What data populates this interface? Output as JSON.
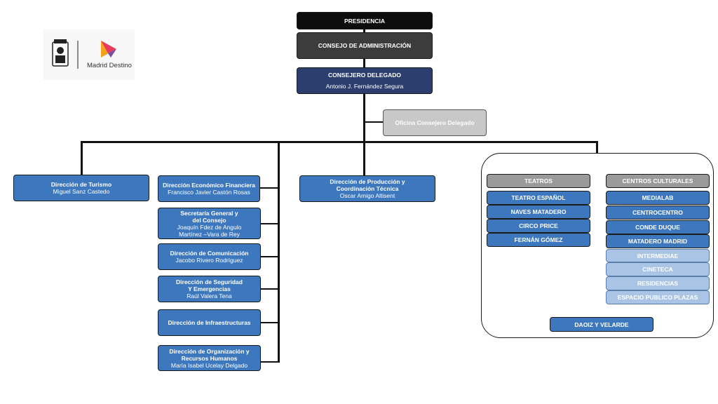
{
  "top": {
    "presidencia": "PRESIDENCIA",
    "consejo": "CONSEJO DE ADMINISTRACIÓN",
    "consejero_title": "CONSEJERO DELEGADO",
    "consejero_name": "Antonio J. Fernández Segura",
    "oficina": "Oficina Consejero Delegado"
  },
  "logo": {
    "text": "Madrid Destino"
  },
  "directions": {
    "turismo": {
      "title": "Dirección de Turismo",
      "name": "Miguel Sanz Castedo"
    },
    "economico": {
      "title": "Dirección Económico  Financiera",
      "name": "Francisco Javier Castón Rosas"
    },
    "secretaria": {
      "title1": "Secretaría General y",
      "title2": "del Consejo",
      "name1": "Joaquín Fdez de Angulo",
      "name2": "Martínez –Vara de Rey"
    },
    "comunicacion": {
      "title": "Dirección de Comunicación",
      "name": "Jacobo Rivero Rodríguez"
    },
    "seguridad": {
      "title1": "Dirección de Seguridad",
      "title2": "Y Emergencias",
      "name": "Raúl Valera Tena"
    },
    "infraestructuras": {
      "title": "Dirección de Infraestructuras"
    },
    "organizacion": {
      "title1": "Dirección de Organización y",
      "title2": "Recursos Humanos",
      "name": "María Isabel Ucelay Delgado"
    },
    "produccion": {
      "title1": "Dirección de Producción y",
      "title2": "Coordinación Técnica",
      "name": "Oscar Amigo Altisent"
    }
  },
  "teatros": {
    "header": "TEATROS",
    "items": [
      "TEATRO ESPAÑOL",
      "NAVES MATADERO",
      "CIRCO PRICE",
      "FERNÁN GÓMEZ"
    ]
  },
  "centros": {
    "header": "CENTROS CULTURALES",
    "items": [
      "MEDIALAB",
      "CENTROCENTRO",
      "CONDE DUQUE",
      "MATADERO MADRID"
    ],
    "light_items": [
      "INTERMEDIAE",
      "CINETECA",
      "RESIDENCIAS",
      "ESPACIO PUBLICO PLAZAS"
    ]
  },
  "daoiz": "DAOIZ Y VELARDE",
  "colors": {
    "dark": "#0d0d0d",
    "navy": "#2c3e6e",
    "blue": "#3d78be",
    "light_blue": "#a9c4e4",
    "grey": "#9a9a9a"
  }
}
